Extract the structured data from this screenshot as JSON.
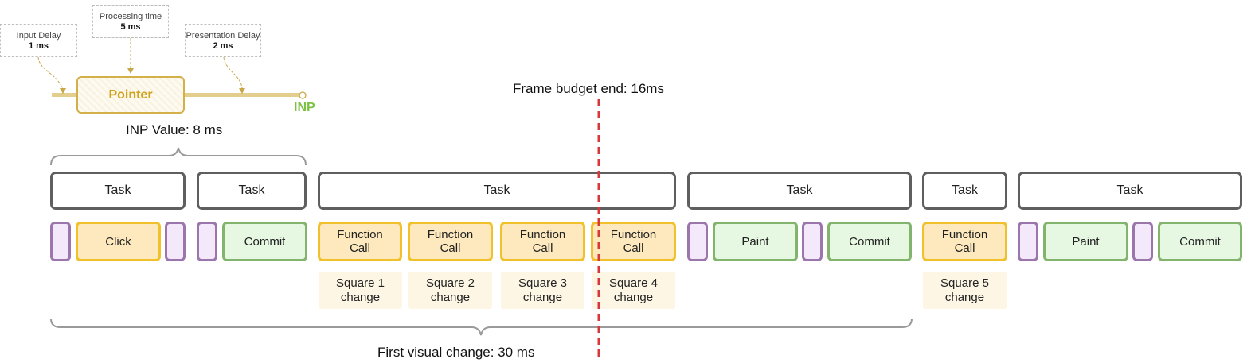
{
  "callouts": {
    "input_delay": {
      "label": "Input Delay",
      "value": "1 ms"
    },
    "processing_time": {
      "label": "Processing time",
      "value": "5 ms"
    },
    "presentation_delay": {
      "label": "Presentation Delay",
      "value": "2 ms"
    }
  },
  "pointer_label": "Pointer",
  "inp_label": "INP",
  "inp_value_label": "INP Value: 8 ms",
  "frame_budget_label": "Frame budget end: 16ms",
  "first_visual_change_label": "First visual change: 30 ms",
  "tasks": [
    "Task",
    "Task",
    "Task",
    "Task",
    "Task",
    "Task"
  ],
  "blocks": {
    "click": "Click",
    "commit_1": "Commit",
    "fc_1": "Function\nCall",
    "fc_2": "Function\nCall",
    "fc_3": "Function\nCall",
    "fc_4": "Function\nCall",
    "paint_1": "Paint",
    "commit_2": "Commit",
    "fc_5": "Function\nCall",
    "paint_2": "Paint",
    "commit_3": "Commit"
  },
  "squares": [
    "Square 1\nchange",
    "Square 2\nchange",
    "Square 3\nchange",
    "Square 4\nchange",
    "Square 5\nchange"
  ],
  "colors": {
    "frame_line": "#d9373a",
    "inp_accent": "#7cc242",
    "pointer_accent": "#d1a21e",
    "task_border": "#5f5f5f",
    "phase_purple": "#9a76ad",
    "function_yellow": "#f1c12b",
    "render_green": "#83b46e"
  }
}
